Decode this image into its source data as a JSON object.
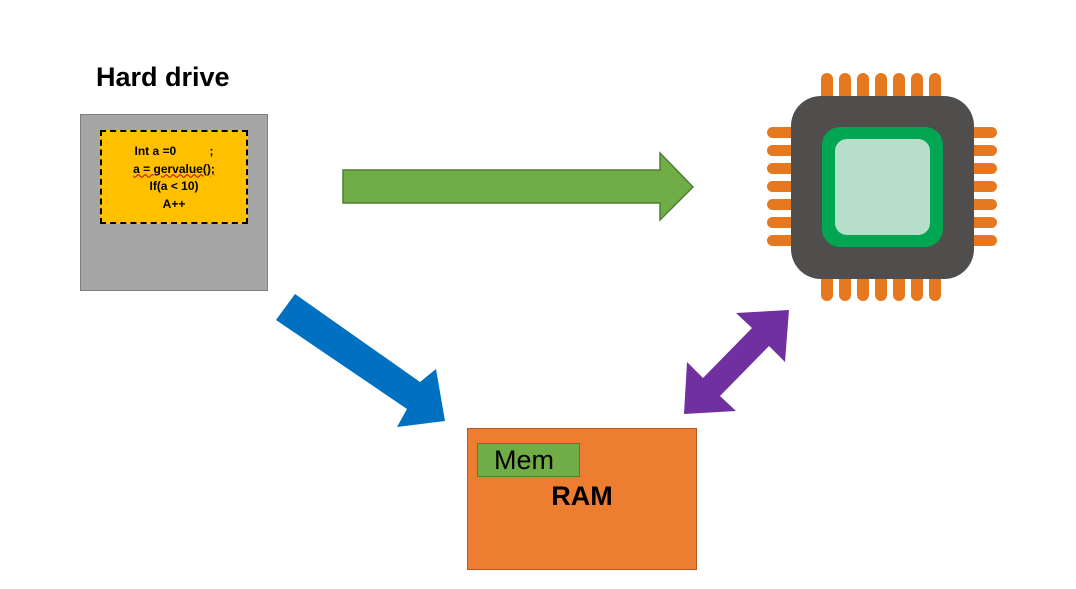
{
  "hard_drive": {
    "title": "Hard drive",
    "code_lines": [
      "Int a =0          ;",
      "a = gervalue();",
      "If(a < 10)",
      "A++"
    ]
  },
  "ram": {
    "label": "RAM",
    "mem_label": "Mem"
  },
  "colors": {
    "hard_drive_fill": "#a6a6a6",
    "code_fill": "#ffc000",
    "ram_fill": "#ed7d31",
    "mem_fill": "#70ad47",
    "arrow_to_cpu": "#70ad47",
    "arrow_to_ram": "#0070c0",
    "arrow_ram_cpu": "#7030a0",
    "cpu_body": "#504d4d",
    "cpu_pins": "#e6791f",
    "cpu_core_ring": "#00a651",
    "cpu_core": "#b6decb"
  },
  "icons": {
    "processor": "cpu-chip-icon"
  }
}
